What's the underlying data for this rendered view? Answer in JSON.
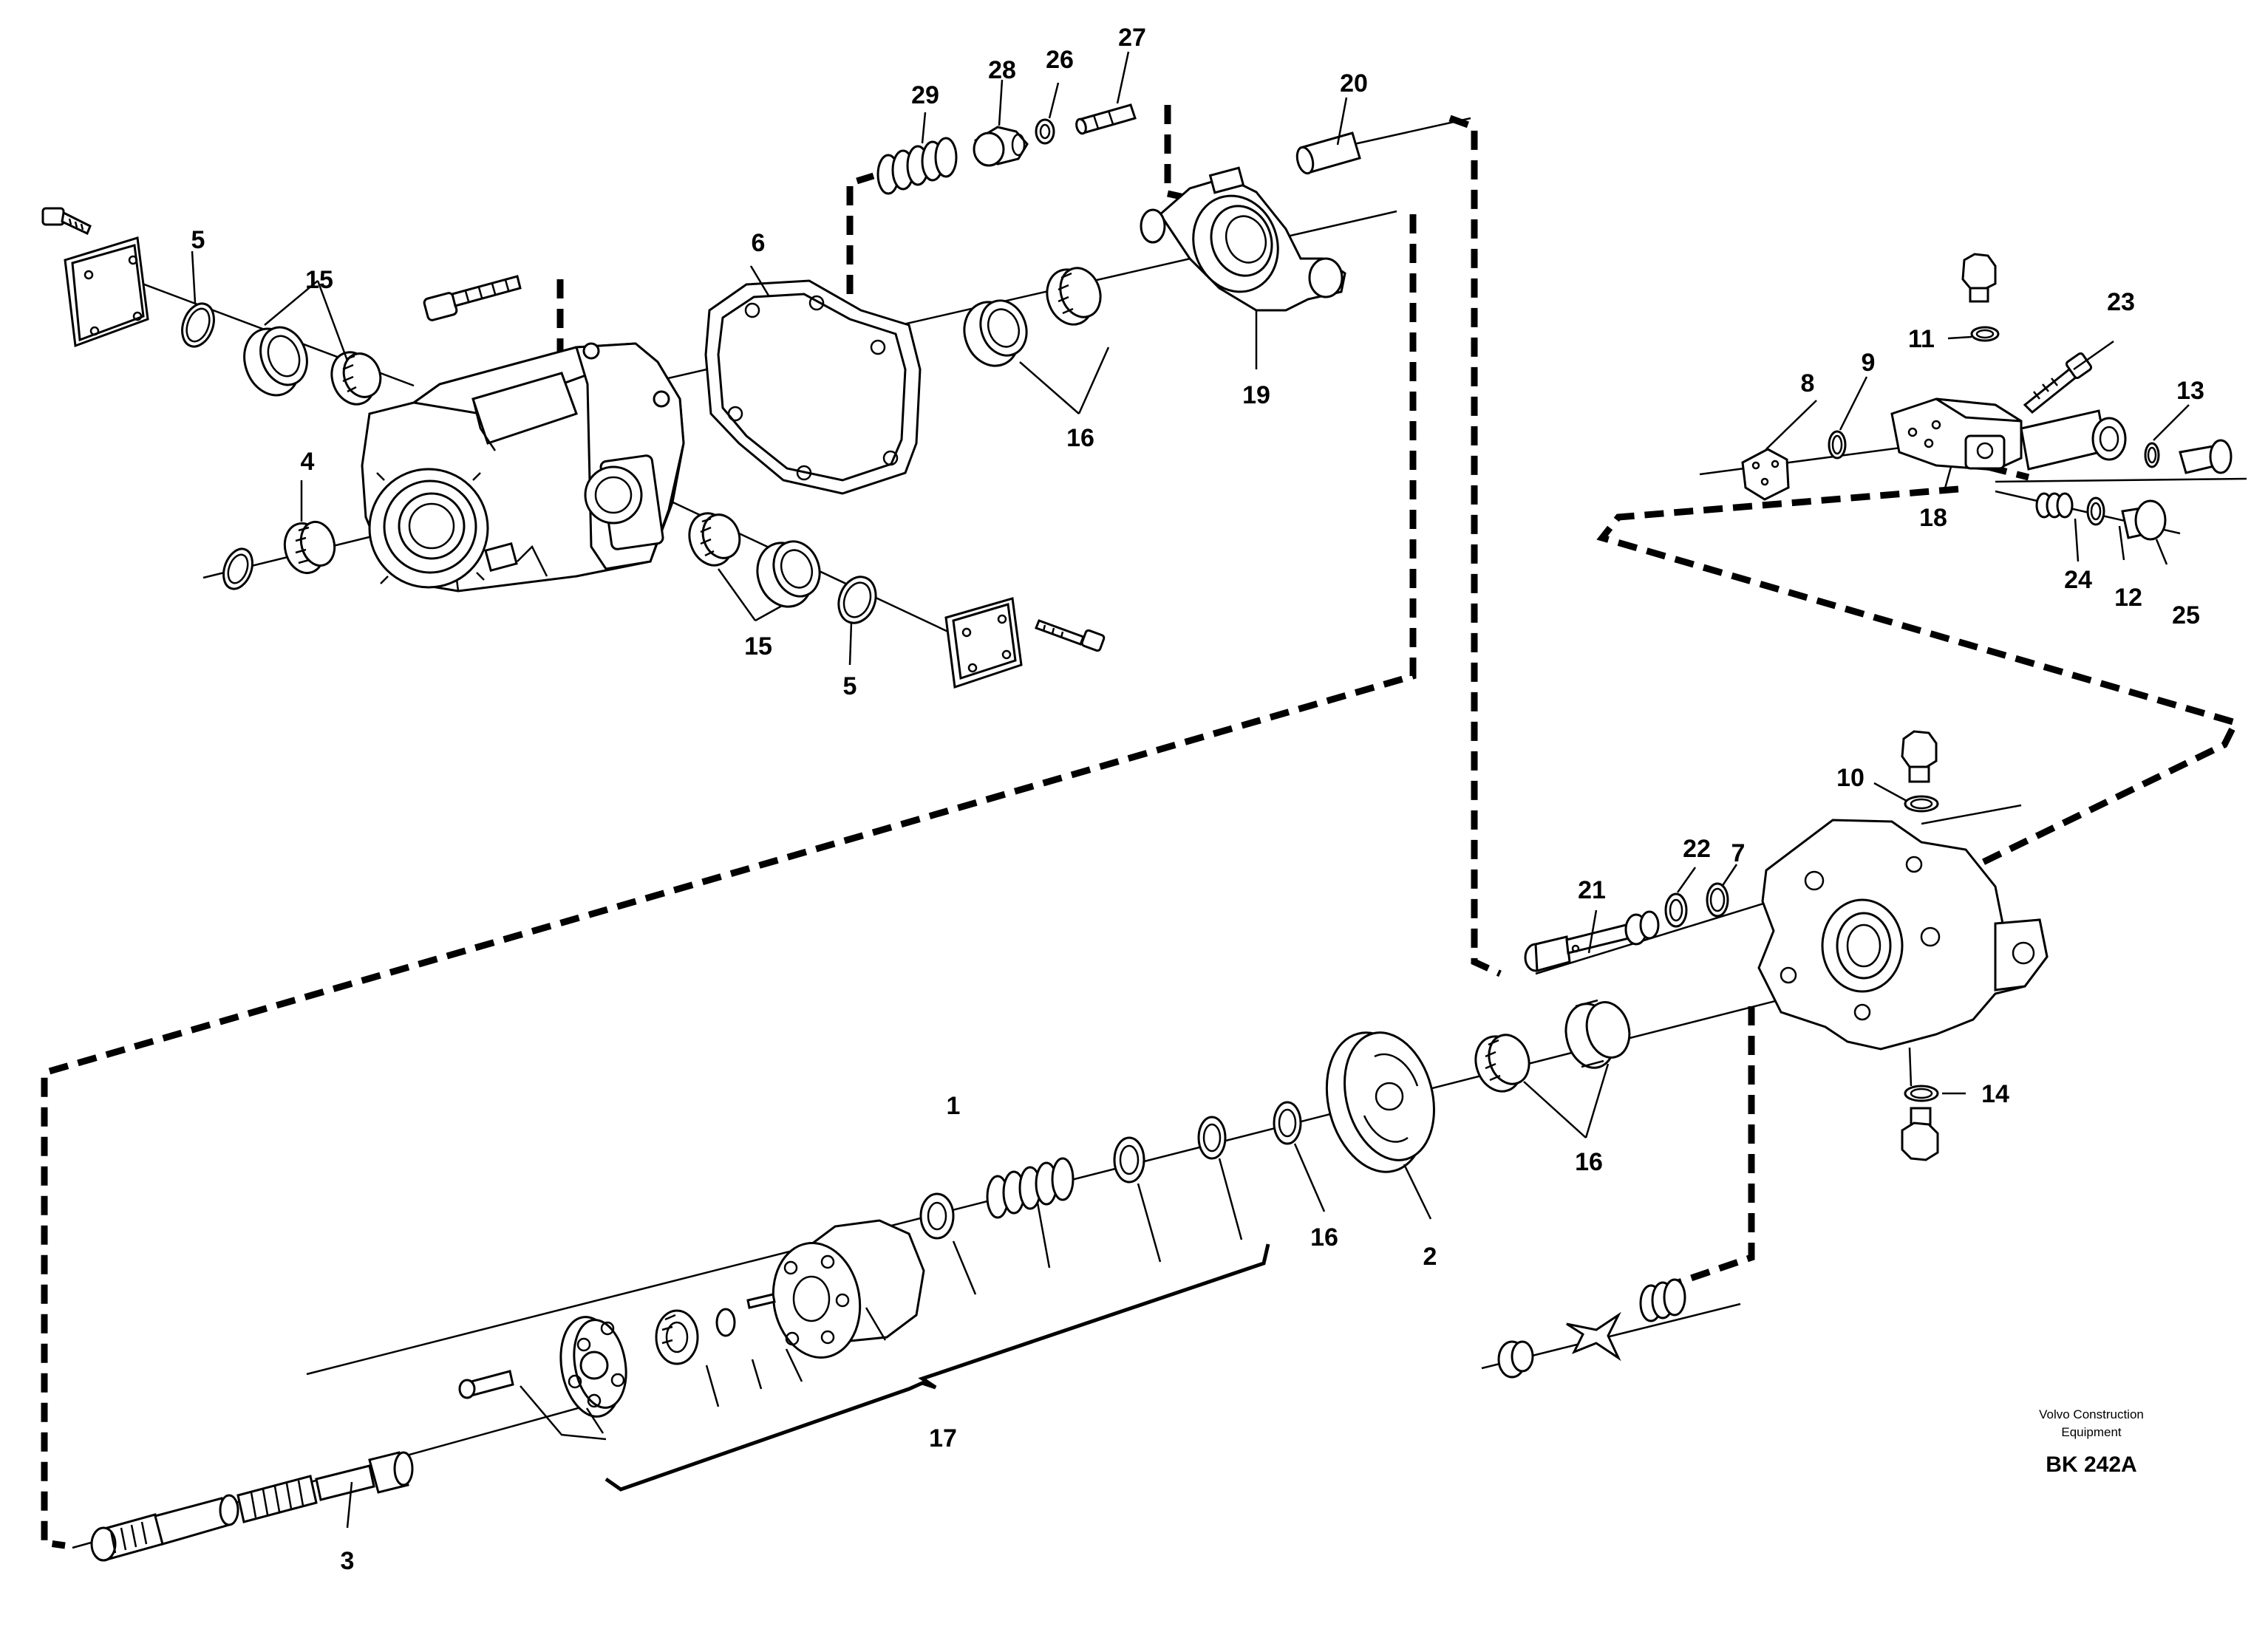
{
  "diagram": {
    "part_labels": {
      "p1": "1",
      "p2": "2",
      "p3": "3",
      "p4": "4",
      "p5a": "5",
      "p5b": "5",
      "p6": "6",
      "p7": "7",
      "p8": "8",
      "p9": "9",
      "p10": "10",
      "p11": "11",
      "p12": "12",
      "p13": "13",
      "p14": "14",
      "p15a": "15",
      "p15b": "15",
      "p16a": "16",
      "p16b": "16",
      "p16c": "16",
      "p17": "17",
      "p18": "18",
      "p19": "19",
      "p20": "20",
      "p21": "21",
      "p22": "22",
      "p23": "23",
      "p24": "24",
      "p25": "25",
      "p26": "26",
      "p27": "27",
      "p28": "28",
      "p29": "29"
    },
    "credit_line1": "Volvo Construction",
    "credit_line2": "Equipment",
    "drawing_code": "BK 242A"
  }
}
